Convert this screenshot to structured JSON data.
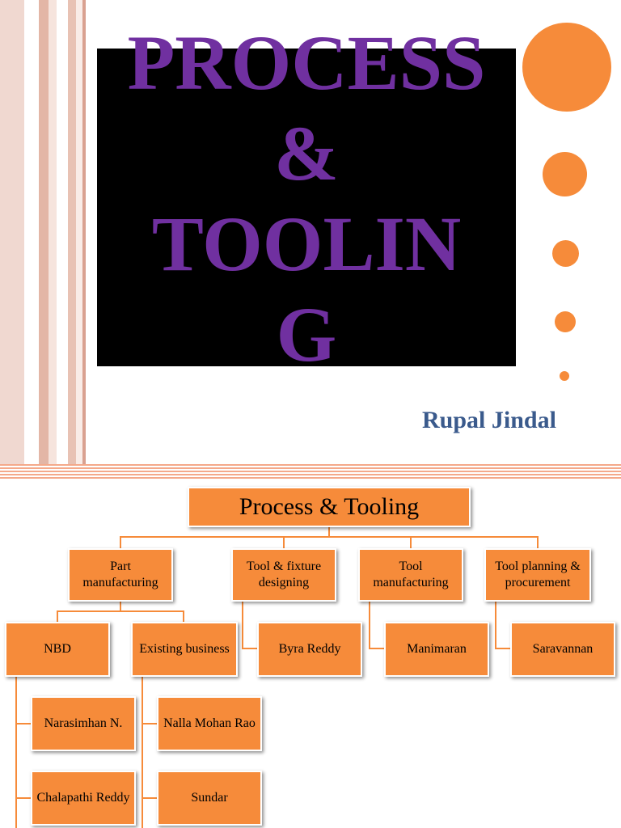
{
  "slide1": {
    "title": "PROCESS\n&\nTOOLIN\nG",
    "author": "Rupal Jindal"
  },
  "org_chart": {
    "root": "Process & Tooling",
    "part_manufacturing": "Part manufacturing",
    "tool_fixture_designing": "Tool & fixture designing",
    "tool_manufacturing": "Tool manufacturing",
    "tool_planning": "Tool planning & procurement",
    "nbd": "NBD",
    "existing_business": "Existing business",
    "byra_reddy": "Byra Reddy",
    "manimaran": "Manimaran",
    "saravannan": "Saravannan",
    "narasimhan": "Narasimhan N.",
    "nalla_mohan_rao": "Nalla Mohan Rao",
    "chalapathi_reddy": "Chalapathi Reddy",
    "sundar": "Sundar"
  },
  "colors": {
    "accent": "#f68b3a",
    "title": "#7030a0",
    "author": "#3a5a8c",
    "title_box": "#000000"
  }
}
